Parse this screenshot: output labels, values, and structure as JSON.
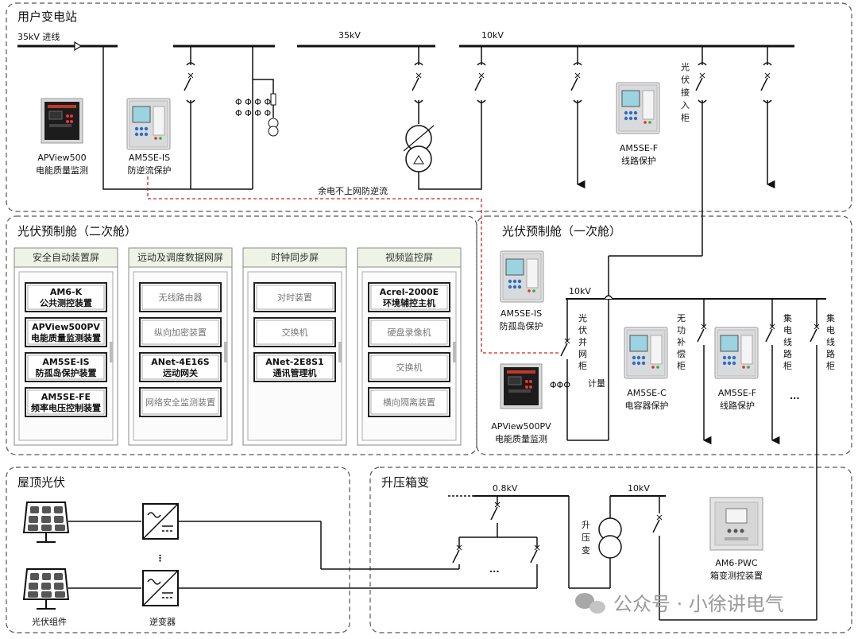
{
  "substation": {
    "title": "用户变电站",
    "incoming": "35kV 进线",
    "bus_35kv": "35kV",
    "bus_10kv": "10kV",
    "apview500": [
      "APView500",
      "电能质量监测"
    ],
    "am5se_is": [
      "AM5SE-IS",
      "防逆流保护"
    ],
    "am5se_f": [
      "AM5SE-F",
      "线路保护"
    ],
    "pv_cabinet_vertical": "光伏接入柜",
    "anti_reverse": "余电不上网防逆流"
  },
  "secondary": {
    "title": "光伏预制舱（二次舱）",
    "panels": [
      {
        "header": "安全自动装置屏",
        "items": [
          {
            "lines": [
              "AM6-K",
              "公共测控装置"
            ],
            "style": "bold"
          },
          {
            "lines": [
              "APView500PV",
              "电能质量监测装置"
            ],
            "style": "bold"
          },
          {
            "lines": [
              "AM5SE-IS",
              "防孤岛保护装置"
            ],
            "style": "bold"
          },
          {
            "lines": [
              "AM5SE-FE",
              "频率电压控制装置"
            ],
            "style": "bold"
          }
        ]
      },
      {
        "header": "远动及调度数据网屏",
        "items": [
          {
            "lines": [
              "无线路由器"
            ],
            "style": "gray"
          },
          {
            "lines": [
              "纵向加密装置"
            ],
            "style": "gray"
          },
          {
            "lines": [
              "ANet-4E16S",
              "远动网关"
            ],
            "style": "bold"
          },
          {
            "lines": [
              "网络安全监测装置"
            ],
            "style": "gray"
          }
        ]
      },
      {
        "header": "时钟同步屏",
        "items": [
          {
            "lines": [
              "对时装置"
            ],
            "style": "gray"
          },
          {
            "lines": [
              "交换机"
            ],
            "style": "gray"
          },
          {
            "lines": [
              "ANet-2E8S1",
              "通讯管理机"
            ],
            "style": "bold"
          }
        ]
      },
      {
        "header": "视频监控屏",
        "items": [
          {
            "lines": [
              "Acrel-2000E",
              "环境辅控主机"
            ],
            "style": "bold"
          },
          {
            "lines": [
              "硬盘录像机"
            ],
            "style": "gray"
          },
          {
            "lines": [
              "交换机"
            ],
            "style": "gray"
          },
          {
            "lines": [
              "横向隔离装置"
            ],
            "style": "gray"
          }
        ]
      }
    ]
  },
  "primary": {
    "title": "光伏预制舱（一次舱）",
    "bus_10kv": "10kV",
    "am5se_is": [
      "AM5SE-IS",
      "防孤岛保护"
    ],
    "apview500pv": [
      "APView500PV",
      "电能质量监测"
    ],
    "pv_grid_cabinet": "光伏并网柜",
    "metering": "计量",
    "am5se_c": [
      "AM5SE-C",
      "电容器保护"
    ],
    "am5se_f": [
      "AM5SE-F",
      "线路保护"
    ],
    "reactive_comp": "无功补偿柜",
    "collector_1": "集电线路柜",
    "collector_2": "集电线路柜",
    "ellipsis": "..."
  },
  "rooftop": {
    "title": "屋顶光伏",
    "pv_module": "光伏组件",
    "inverter": "逆变器",
    "dots": "⋮"
  },
  "boxsub": {
    "title": "升压箱变",
    "bus_08kv": "0.8kV",
    "bus_10kv": "10kV",
    "step_up": "升压变",
    "ellipsis": "...",
    "am6_pwc": [
      "AM6-PWC",
      "箱变测控装置"
    ]
  },
  "watermark": "公众号 · 小徐讲电气",
  "colors": {
    "line": "#111111",
    "dash_frame": "#555555",
    "red_link": "#d42020",
    "panel_header": "#eef3e6",
    "device_body": "#e8e8e8",
    "screen": "#9bd3e0"
  }
}
